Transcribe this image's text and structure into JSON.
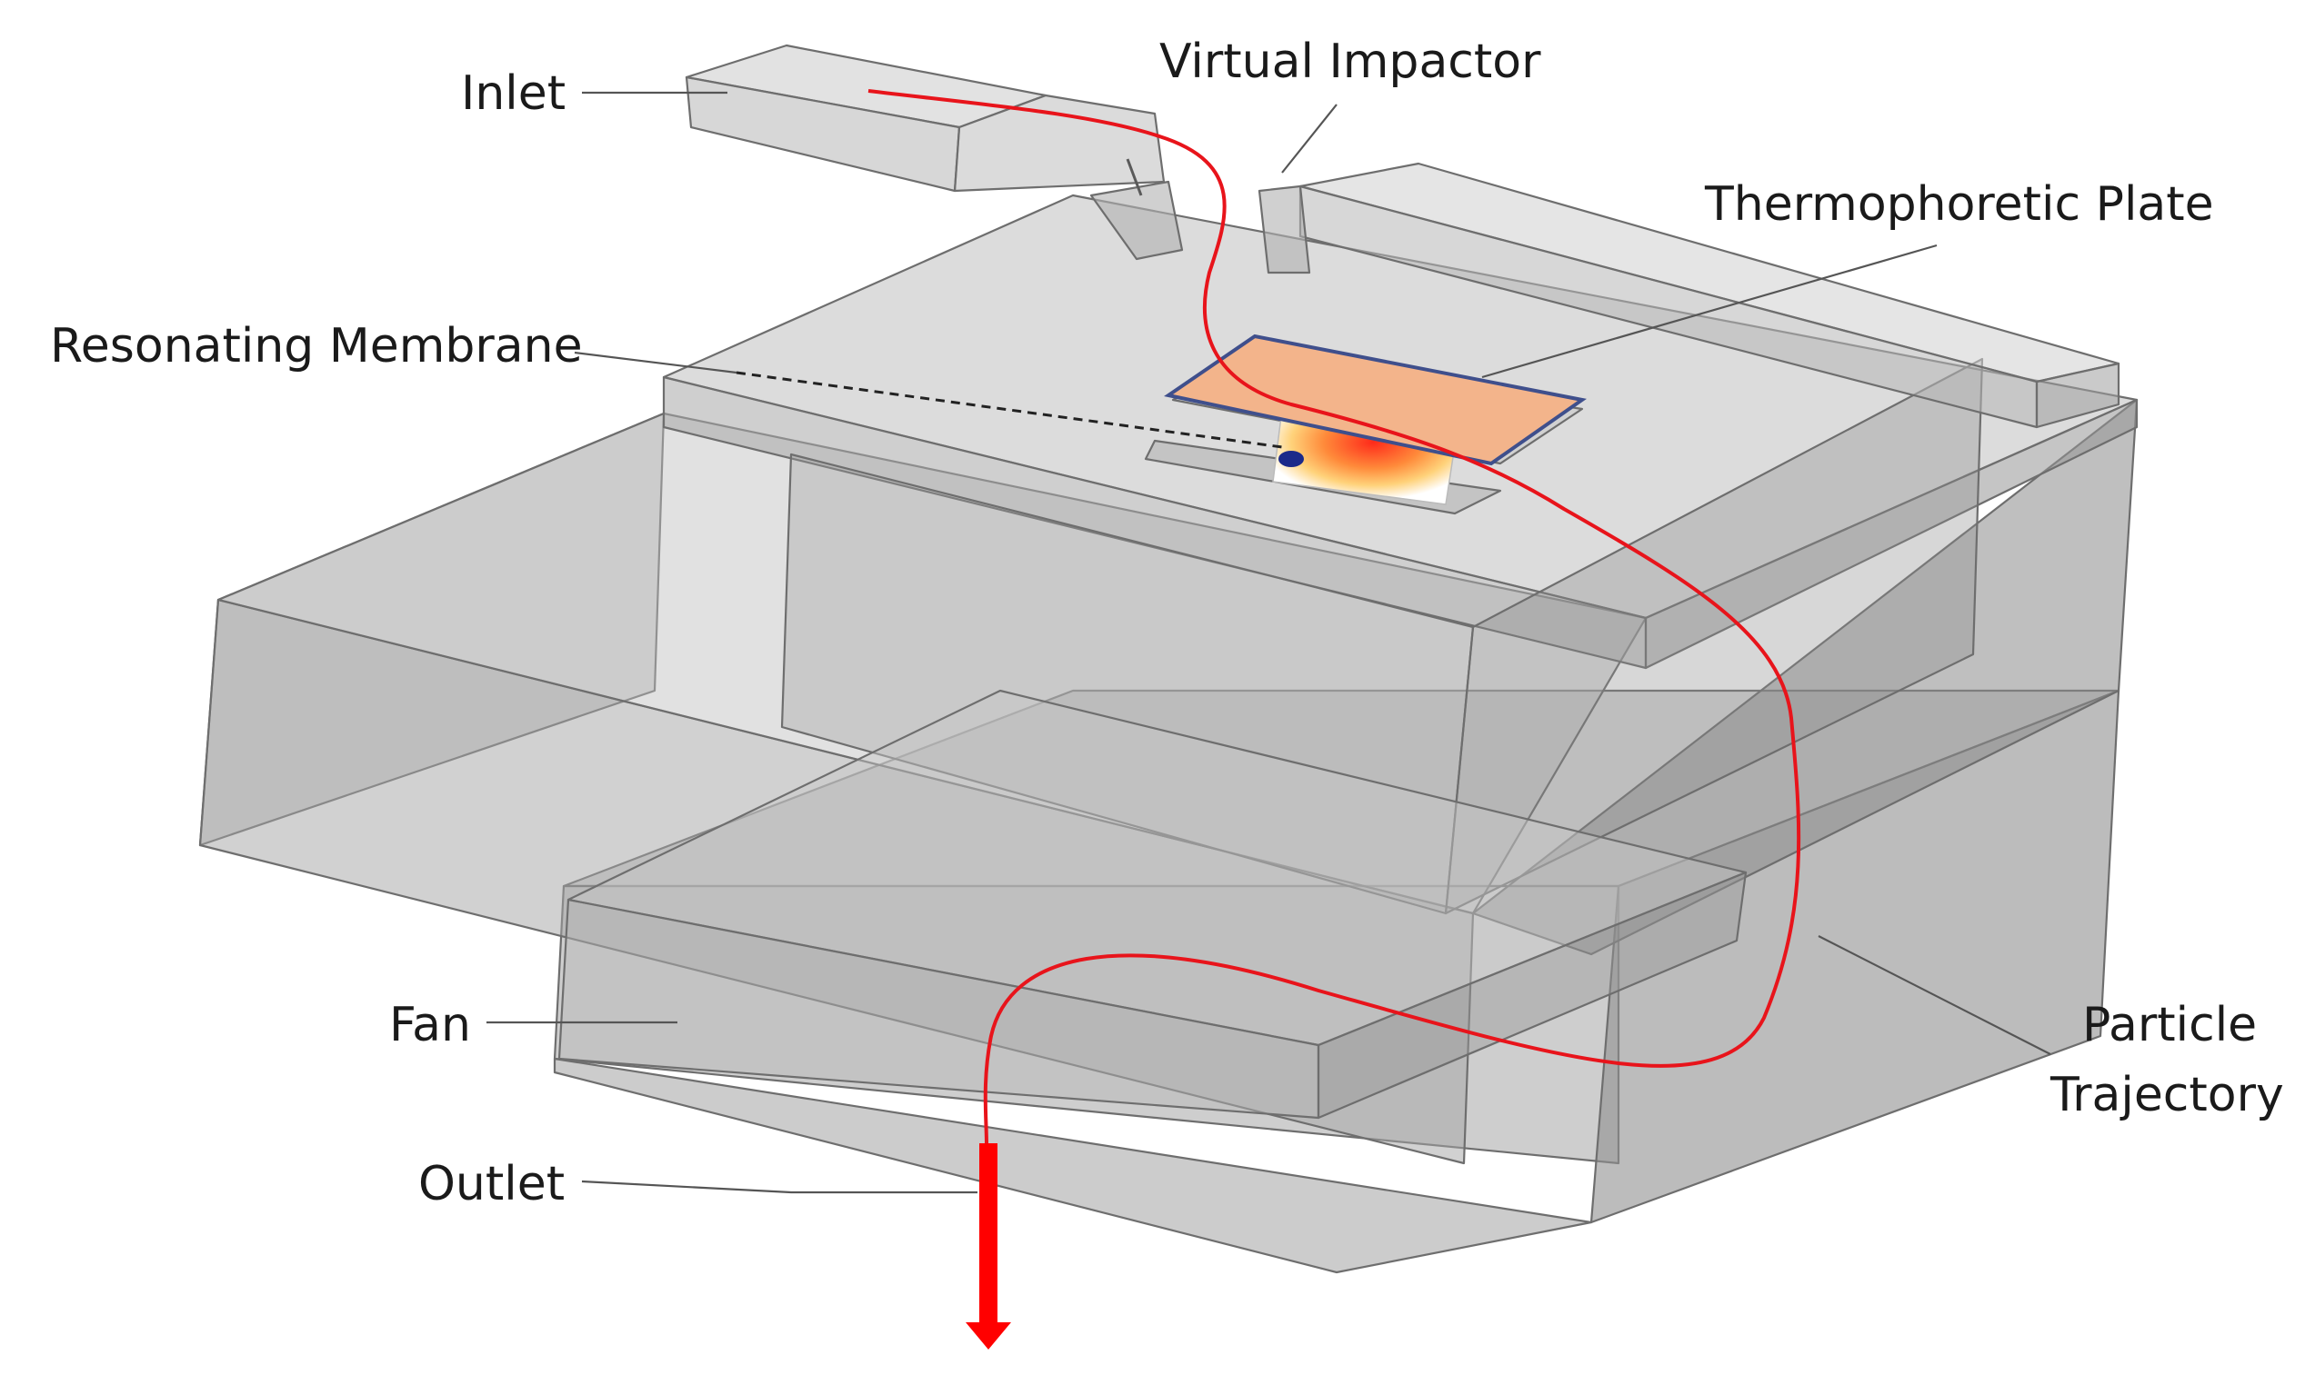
{
  "labels": {
    "inlet": "Inlet",
    "virtual_impactor": "Virtual Impactor",
    "thermophoretic_plate": "Thermophoretic Plate",
    "resonating_membrane": "Resonating Membrane",
    "fan": "Fan",
    "outlet": "Outlet",
    "particle_trajectory_line1": "Particle",
    "particle_trajectory_line2": "Trajectory"
  },
  "colors": {
    "trajectory": "#e8141b",
    "outlet_arrow": "#ff0000",
    "thermophoretic_plate": "#f3b48b",
    "plate_outline": "#3f4f8c",
    "body_fill": "#a9a9a9",
    "body_edge": "#6e6e6e"
  }
}
